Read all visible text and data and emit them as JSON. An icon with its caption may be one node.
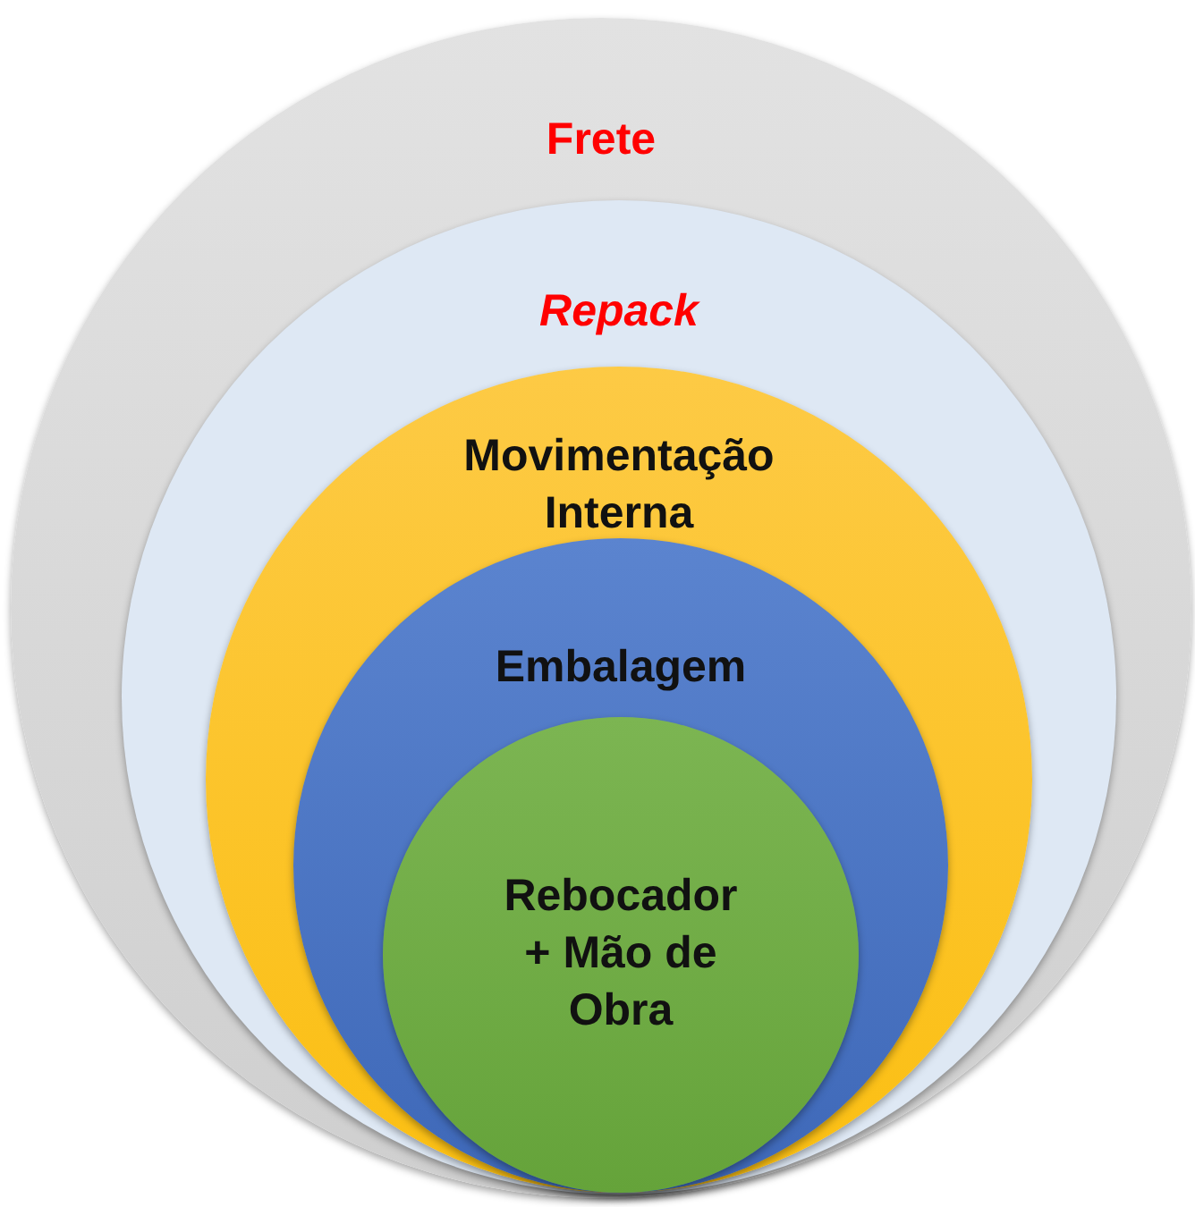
{
  "diagram": {
    "nodes": [
      {
        "text": [
          "Frete"
        ]
      },
      {
        "text": [
          "Repack"
        ],
        "in": 0
      },
      {
        "text": [
          "Movimentação Interna"
        ],
        "in": 1
      },
      {
        "text": [
          "Embalagem"
        ],
        "in": 2
      },
      {
        "text": [
          "Rebocador + Mão de Obra"
        ],
        "in": 3
      }
    ],
    "edges": []
  }
}
